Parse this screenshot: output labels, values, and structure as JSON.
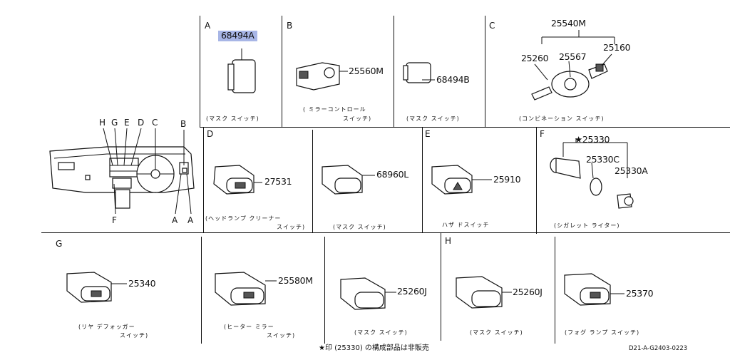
{
  "colors": {
    "line": "#111111",
    "highlight": "#a8b6e6",
    "background": "#ffffff"
  },
  "sections": {
    "A": {
      "label": "A"
    },
    "B": {
      "label": "B"
    },
    "C": {
      "label": "C"
    },
    "D": {
      "label": "D"
    },
    "E": {
      "label": "E"
    },
    "F": {
      "label": "F"
    },
    "G": {
      "label": "G"
    },
    "H": {
      "label": "H"
    }
  },
  "dashboard_markers": [
    "H",
    "G",
    "E",
    "D",
    "C",
    "B",
    "F",
    "A",
    "A"
  ],
  "parts": {
    "p68494A": "68494A",
    "p25560M": "25560M",
    "p68494B": "68494B",
    "p25540M": "25540M",
    "p25260": "25260",
    "p25567": "25567",
    "p25160": "25160",
    "p27531": "27531",
    "p68960L": "68960L",
    "p25910": "25910",
    "p25330": "★25330",
    "p25330C": "25330C",
    "p25330A": "25330A",
    "p25340": "25340",
    "p25580M": "25580M",
    "p25260J_a": "25260J",
    "p25260J_b": "25260J",
    "p25370": "25370"
  },
  "captions": {
    "a_mask": "(マスク スイッチ)",
    "b_mirror_1": "( ミラーコントロール",
    "b_mirror_2": "スイッチ)",
    "b_mask": "(マスク スイッチ)",
    "c_combo": "(コンビネーション スイッチ)",
    "d_head_1": "(ヘッドランプ クリーナー",
    "d_head_2": "スイッチ)",
    "d_mask": "(マスク スイッチ)",
    "e_hazard": "ハザ ドスイッチ",
    "f_cig": "(シガレット ライター)",
    "g_rear_1": "(リヤ デフォッガー",
    "g_rear_2": "スイッチ)",
    "g_heater_1": "(ヒーター ミラー",
    "g_heater_2": "スイッチ)",
    "g_mask": "(マスク スイッチ)",
    "h_mask": "(マスク スイッチ)",
    "h_fog": "(フォグ ランプ スイッチ)"
  },
  "footer": {
    "note": "★印 (25330) の構成部品は非販売",
    "code": "D21-A-G2403-0223"
  }
}
